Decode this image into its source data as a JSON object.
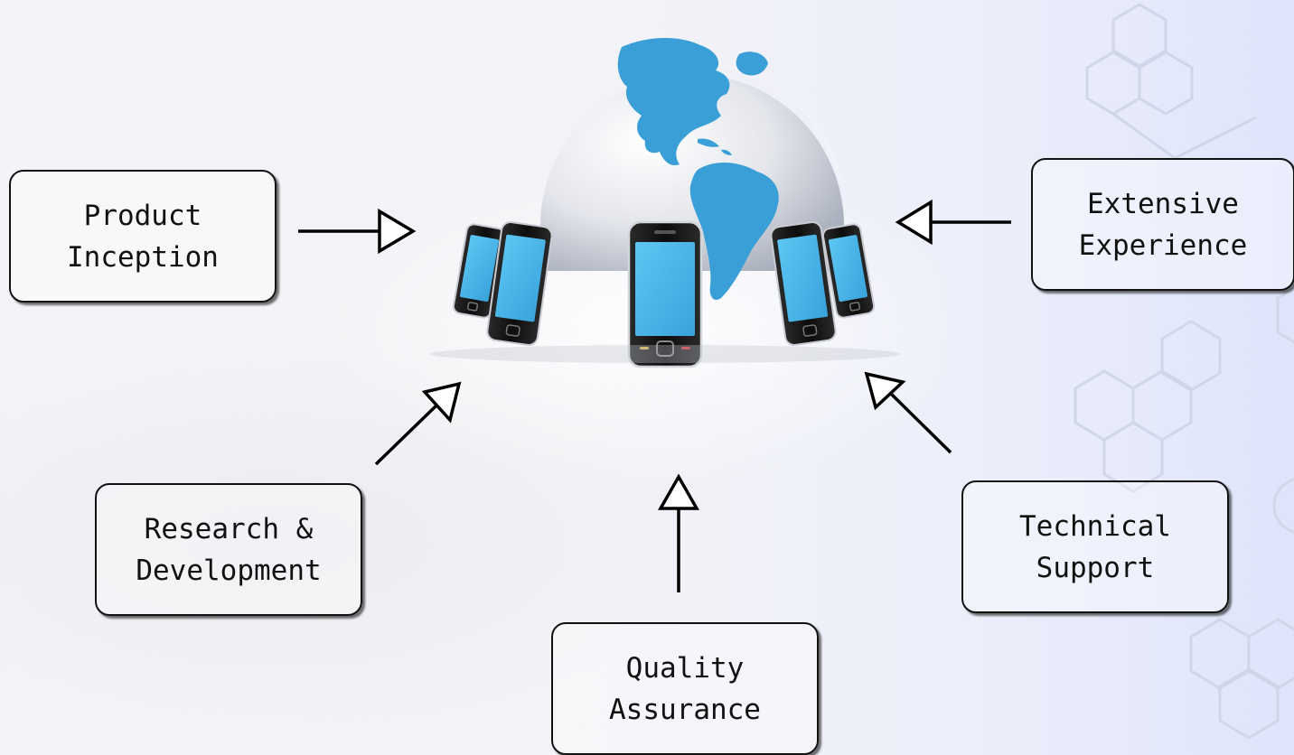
{
  "diagram": {
    "nodes": [
      {
        "id": "product",
        "label": "Product\nInception"
      },
      {
        "id": "extensive",
        "label": "Extensive\nExperience"
      },
      {
        "id": "research",
        "label": "Research &\nDevelopment"
      },
      {
        "id": "technical",
        "label": "Technical\nSupport"
      },
      {
        "id": "quality",
        "label": "Quality\nAssurance"
      }
    ],
    "center": "globe-with-mobile-phones",
    "edges": [
      {
        "from": "product",
        "to": "center"
      },
      {
        "from": "extensive",
        "to": "center"
      },
      {
        "from": "research",
        "to": "center"
      },
      {
        "from": "technical",
        "to": "center"
      },
      {
        "from": "quality",
        "to": "center"
      }
    ]
  },
  "colors": {
    "ocean_blue": "#3a9fd6",
    "screen_blue": "#4bb7ea",
    "phone_black": "#151515",
    "box_border": "#111111"
  }
}
